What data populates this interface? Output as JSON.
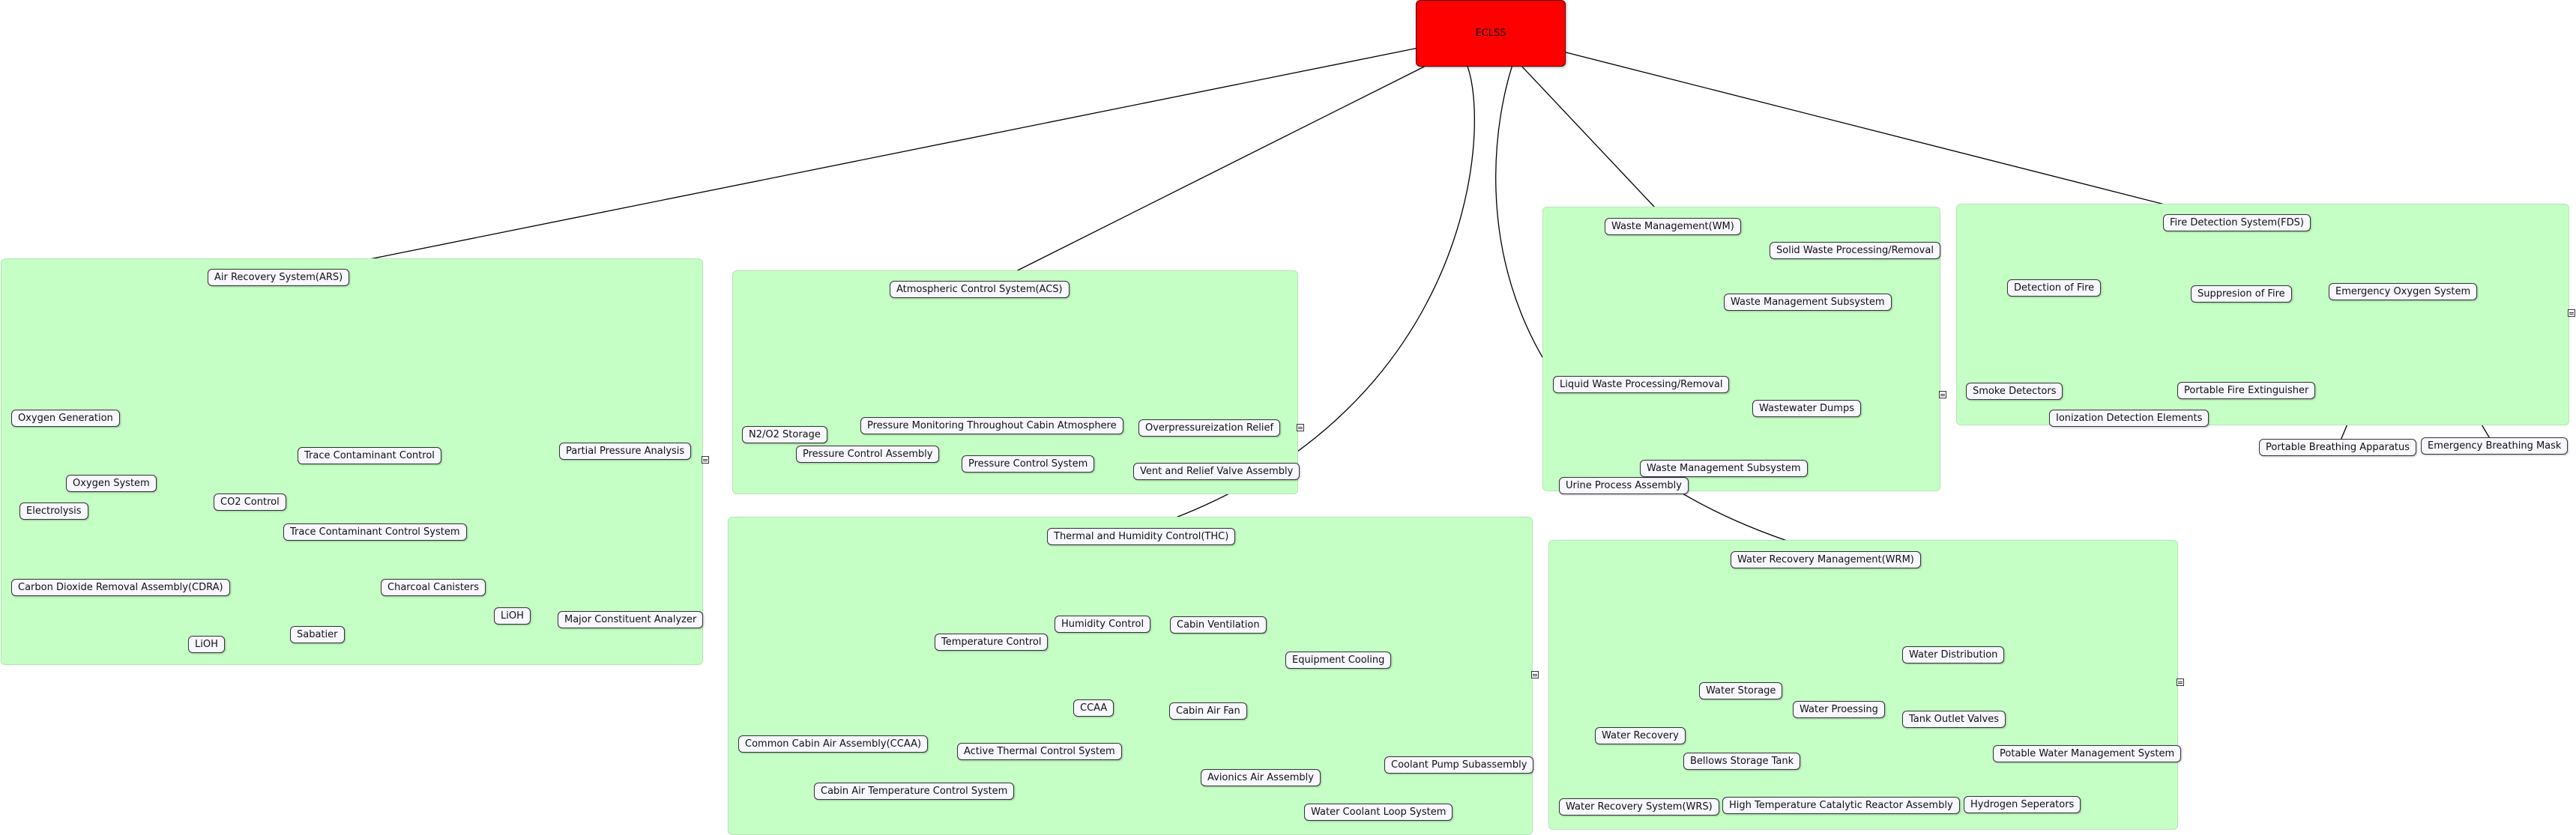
{
  "root": {
    "label": "ECLSS"
  },
  "systems": {
    "ars": {
      "title": "Air Recovery System(ARS)",
      "oxygen_generation": "Oxygen Generation",
      "oxygen_system": "Oxygen System",
      "electrolysis": "Electrolysis",
      "co2_control": "CO2 Control",
      "cdra": "Carbon Dioxide Removal Assembly(CDRA)",
      "lioh_a": "LiOH",
      "sabatier": "Sabatier",
      "trace_contaminant": "Trace Contaminant Control",
      "trace_contaminant_system": "Trace Contaminant Control System",
      "charcoal_canisters": "Charcoal Canisters",
      "lioh_b": "LiOH",
      "partial_pressure": "Partial Pressure Analysis",
      "major_constituent": "Major Constituent Analyzer"
    },
    "acs": {
      "title": "Atmospheric Control System(ACS)",
      "n2o2_storage": "N2/O2 Storage",
      "pressure_monitoring": "Pressure Monitoring Throughout Cabin Atmosphere",
      "pressure_control_assembly": "Pressure Control Assembly",
      "pressure_control_system": "Pressure Control System",
      "overpressure_relief": "Overpressureization Relief",
      "vent_relief": "Vent and Relief Valve Assembly"
    },
    "thc": {
      "title": "Thermal and Humidity Control(THC)",
      "temperature_control": "Temperature Control",
      "ccaa_full": "Common Cabin Air Assembly(CCAA)",
      "cabin_air_temp": "Cabin Air Temperature Control System",
      "active_thermal": "Active Thermal Control System",
      "humidity_control": "Humidity Control",
      "ccaa": "CCAA",
      "cabin_ventilation": "Cabin Ventilation",
      "cabin_air_fan": "Cabin Air Fan",
      "equipment_cooling": "Equipment Cooling",
      "avionics_air": "Avionics Air Assembly",
      "water_coolant_loop": "Water Coolant Loop System",
      "coolant_pump": "Coolant Pump Subassembly"
    },
    "wm": {
      "title": "Waste Management(WM)",
      "solid_waste": "Solid Waste Processing/Removal",
      "waste_mgmt_sub_a": "Waste Management Subsystem",
      "liquid_waste": "Liquid Waste Processing/Removal",
      "urine_process": "Urine Process Assembly",
      "waste_mgmt_sub_b": "Waste Management Subsystem",
      "wastewater_dumps": "Wastewater Dumps"
    },
    "fds": {
      "title": "Fire Detection System(FDS)",
      "detection": "Detection of Fire",
      "smoke_detectors": "Smoke Detectors",
      "ionization": "Ionization Detection Elements",
      "suppression": "Suppresion of Fire",
      "extinguisher": "Portable Fire Extinguisher",
      "emergency_oxygen": "Emergency Oxygen System",
      "breathing_apparatus": "Portable Breathing Apparatus",
      "breathing_mask": "Emergency Breathing Mask"
    },
    "wrm": {
      "title": "Water Recovery Management(WRM)",
      "water_recovery": "Water Recovery",
      "wrs": "Water Recovery System(WRS)",
      "water_storage": "Water Storage",
      "bellows_tank": "Bellows Storage Tank",
      "water_processing": "Water Proessing",
      "htcra": "High Temperature Catalytic Reactor Assembly",
      "hydrogen_separators": "Hydrogen Seperators",
      "water_distribution": "Water Distribution",
      "tank_outlet": "Tank Outlet Valves",
      "potable_water": "Potable Water Management System"
    }
  },
  "colors": {
    "root": "#ff0000",
    "group": "#c6ffc6",
    "node": "#f7f7ff",
    "line": "#000000"
  }
}
